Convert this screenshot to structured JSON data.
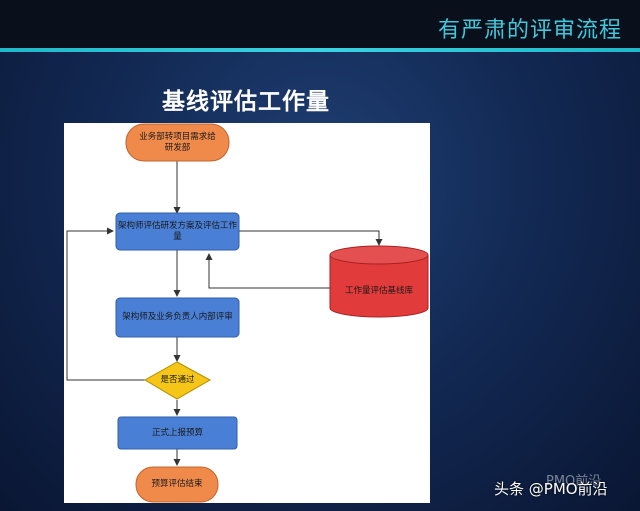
{
  "header": {
    "title": "有严肃的评审流程"
  },
  "slide": {
    "title": "基线评估工作量"
  },
  "flowchart": {
    "nodes": {
      "start": "业务部转项目需求给\n研发部",
      "assess": "架构师评估研发方案及评估工作\n量",
      "baseline": "工作量评估基线库",
      "review": "架构师及业务负责人内部评审",
      "decision": "是否通过",
      "report": "正式上报预算",
      "end": "预算评估结束"
    }
  },
  "watermark": {
    "text": "头条 @PMO前沿",
    "ghost": "PMO前沿"
  },
  "colors": {
    "header_accent": "#3ec9dd",
    "terminal_fill": "#f08a4b",
    "process_fill": "#4a7fd6",
    "decision_fill": "#f5c518",
    "database_fill": "#e23b3b"
  }
}
